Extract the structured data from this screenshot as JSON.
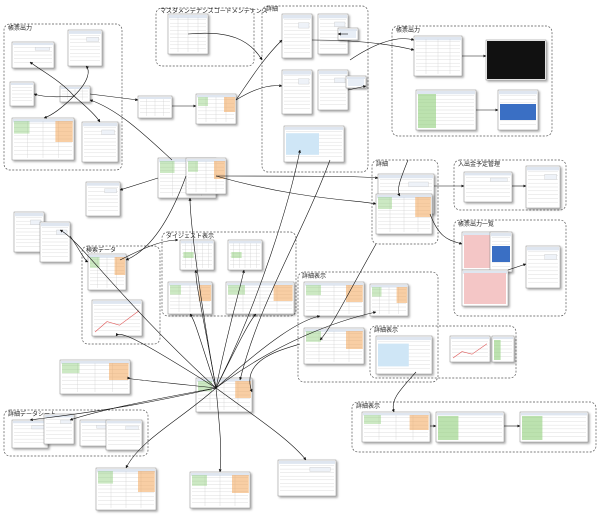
{
  "groups": [
    {
      "id": "g-topleft",
      "label": "帳票出力"
    },
    {
      "id": "g-topcenter",
      "label": "マスタメンテナンスコードメンテナンス"
    },
    {
      "id": "g-center-top",
      "label": "詳細"
    },
    {
      "id": "g-topright",
      "label": "帳票出力"
    },
    {
      "id": "g-right-mid",
      "label": "詳細"
    },
    {
      "id": "g-right-mid2",
      "label": "入出金予定管理"
    },
    {
      "id": "g-right-mid3",
      "label": "帳票出力一覧"
    },
    {
      "id": "g-mid-left",
      "label": "検索データ"
    },
    {
      "id": "g-center-mid",
      "label": "ダイジェスト表示"
    },
    {
      "id": "g-center-mid2",
      "label": "詳細表示"
    },
    {
      "id": "g-right-low",
      "label": "詳細表示"
    },
    {
      "id": "g-bottom-left",
      "label": "詳細データシート"
    },
    {
      "id": "g-bottom-right",
      "label": "詳細表示"
    }
  ],
  "colors": {
    "frame": "#555555",
    "arrow": "#111111",
    "thumb_border": "#888888",
    "accent_blue": "#3a6fc4",
    "accent_green": "#8fcf7a",
    "accent_red": "#e05a5a",
    "accent_orange": "#f2a65a",
    "accent_pink": "#f4c6c6",
    "accent_yellow": "#f6f2a8",
    "dark": "#111111"
  }
}
